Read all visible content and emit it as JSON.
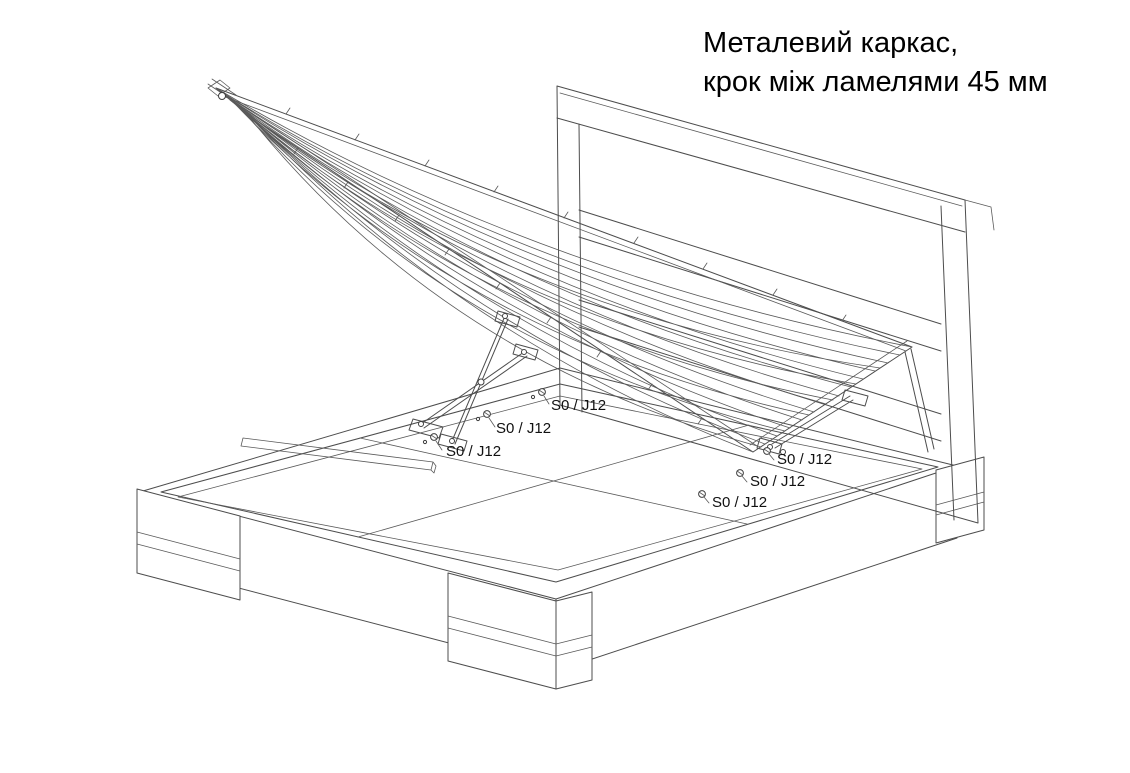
{
  "figure": {
    "caption_line1": "Металевий каркас,",
    "caption_line2": "крок між ламелями 45 мм"
  },
  "labels": {
    "left": [
      "S0 / J12",
      "S0 / J12",
      "S0 / J12"
    ],
    "right": [
      "S0 / J12",
      "S0 / J12",
      "S0 / J12"
    ]
  },
  "colors": {
    "background": "#ffffff",
    "line": "#4d4d4d",
    "text": "#000000"
  }
}
